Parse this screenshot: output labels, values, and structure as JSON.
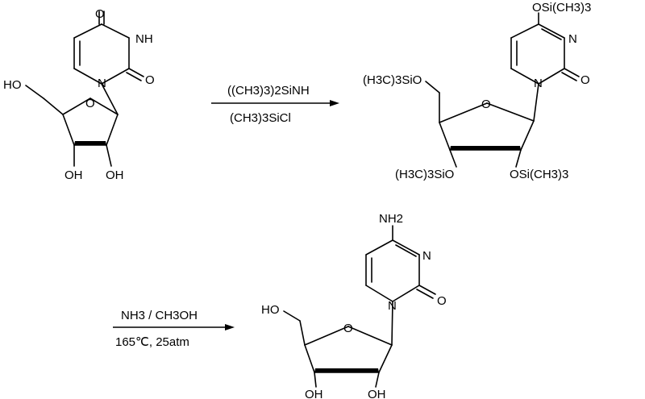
{
  "scheme": {
    "uridine": {
      "atom_O4": "O",
      "atom_NH": "NH",
      "atom_O2": "O",
      "atom_N1": "N",
      "atom_ring_O": "O",
      "hydroxyl_5": "HO",
      "hydroxyl_3": "OH",
      "hydroxyl_2": "OH"
    },
    "step1": {
      "reagent_top": "((CH3)3)2SiNH",
      "reagent_bottom": "(CH3)3SiCl"
    },
    "silylated": {
      "atom_O4_tms": "OSi(CH3)3",
      "atom_N3": "N",
      "atom_O2": "O",
      "atom_N1": "N",
      "atom_ring_O": "O",
      "tms_5": "(H3C)3SiO",
      "tms_3": "(H3C)3SiO",
      "tms_2": "OSi(CH3)3"
    },
    "step2": {
      "reagent_top": "NH3 / CH3OH",
      "reagent_bottom": "165℃,  25atm"
    },
    "cytidine": {
      "atom_NH2": "NH2",
      "atom_N3": "N",
      "atom_O2": "O",
      "atom_N1": "N",
      "atom_ring_O": "O",
      "hydroxyl_5": "HO",
      "hydroxyl_3": "OH",
      "hydroxyl_2": "OH"
    }
  }
}
